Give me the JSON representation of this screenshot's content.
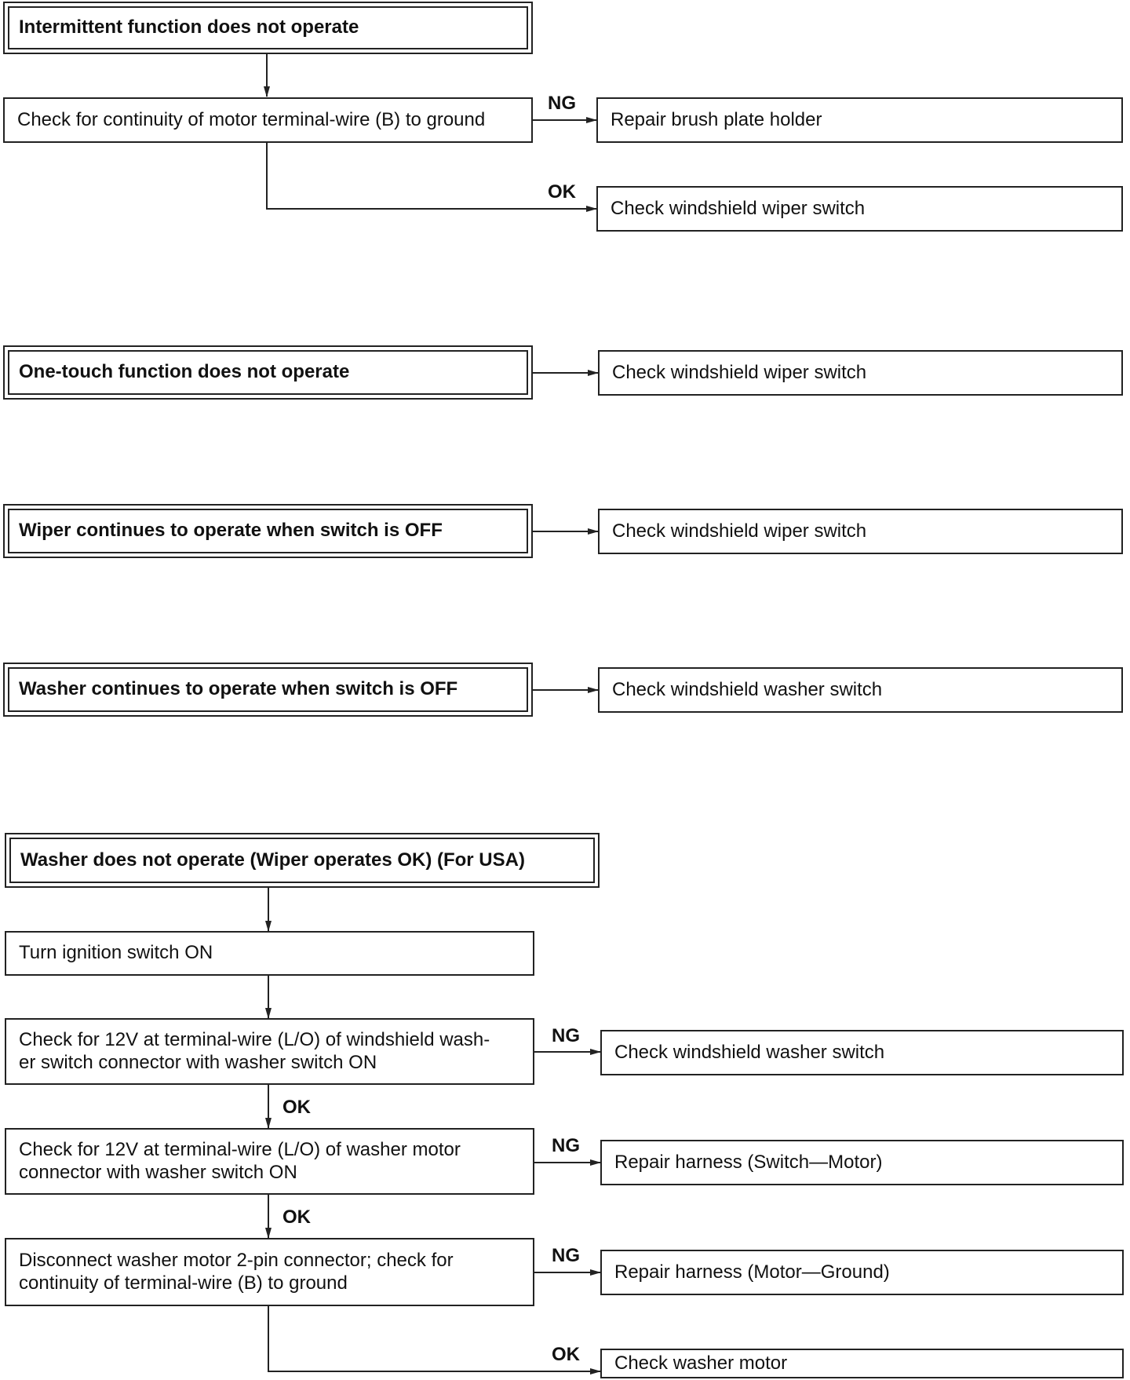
{
  "sections": [
    {
      "title": "Intermittent function does not operate",
      "steps": [
        "Check for continuity of motor terminal-wire (B) to ground"
      ],
      "results": [
        {
          "label": "NG",
          "text": "Repair brush plate holder"
        },
        {
          "label": "OK",
          "text": "Check windshield wiper switch"
        }
      ]
    },
    {
      "title": "One-touch function does not operate",
      "results": [
        {
          "text": "Check windshield wiper switch"
        }
      ]
    },
    {
      "title": "Wiper continues to operate when switch is OFF",
      "results": [
        {
          "text": "Check windshield wiper switch"
        }
      ]
    },
    {
      "title": "Washer continues to operate when switch is OFF",
      "results": [
        {
          "text": "Check windshield washer switch"
        }
      ]
    },
    {
      "title": "Washer does not operate (Wiper operates OK) (For USA)",
      "steps": [
        "Turn ignition switch ON",
        "Check for 12V at terminal-wire (L/O) of windshield wash-\ner switch connector with washer switch ON",
        "Check for 12V at terminal-wire (L/O) of washer motor\nconnector with washer switch ON",
        "Disconnect washer motor 2-pin connector; check for\ncontinuity of terminal-wire (B) to ground"
      ],
      "results": [
        {
          "label": "NG",
          "text": "Check windshield washer switch"
        },
        {
          "label": "NG",
          "text": "Repair harness (Switch—Motor)"
        },
        {
          "label": "NG",
          "text": "Repair harness (Motor—Ground)"
        },
        {
          "label": "OK",
          "text": "Check washer motor"
        }
      ],
      "flow_labels": [
        "OK",
        "OK"
      ]
    }
  ]
}
